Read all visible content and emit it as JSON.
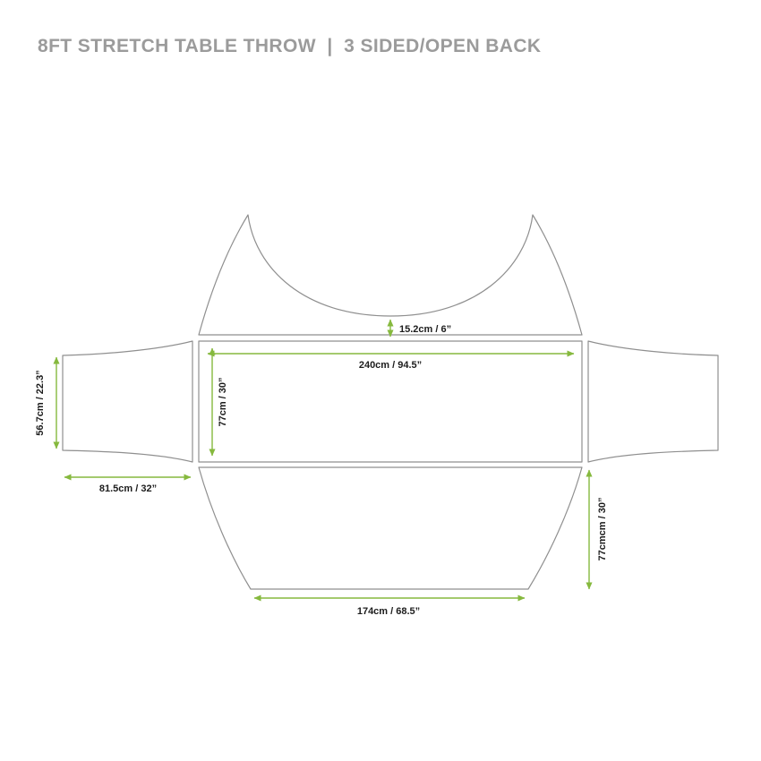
{
  "header": {
    "title": "8FT STRETCH TABLE THROW  |  3 SIDED/OPEN BACK"
  },
  "colors": {
    "dimension_green": "#86B93E",
    "outline_gray": "#8F8F8F",
    "title_gray": "#9B9B9B",
    "label_ink": "#1C1C1C",
    "background": "#FFFFFF"
  },
  "diagram": {
    "pieces": [
      "back-top-panel-with-scoop",
      "table-top-panel",
      "left-side-panel",
      "right-side-panel",
      "front-panel"
    ],
    "dimensions": {
      "scoop_to_top": "15.2cm / 6”",
      "top_width": "240cm / 94.5”",
      "top_depth": "77cm / 30”",
      "side_outer_edge": "56.7cm / 22.3”",
      "side_panel_width": "81.5cm / 32”",
      "front_panel_height": "77cmcm / 30”",
      "front_bottom_width": "174cm / 68.5”"
    }
  }
}
